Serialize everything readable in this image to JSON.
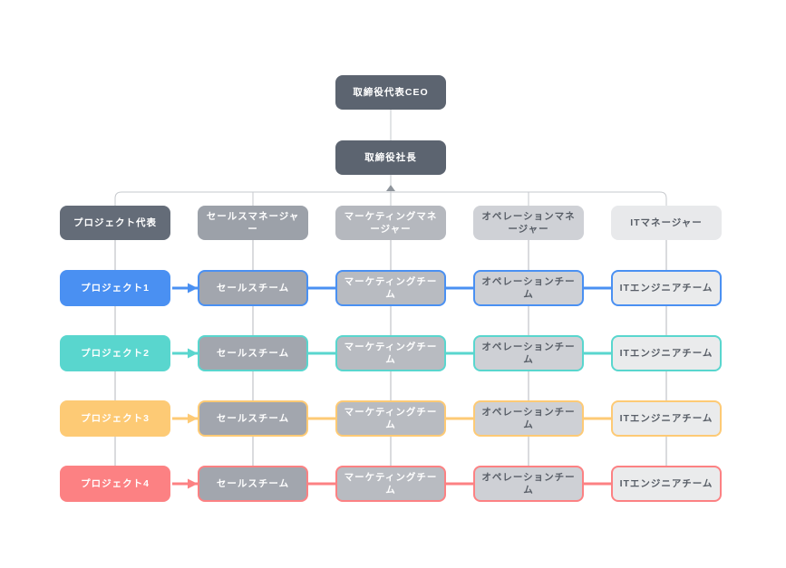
{
  "diagram": {
    "nodes": {
      "ceo": "取締役代表CEO",
      "president": "取締役社長"
    },
    "managers": [
      "プロジェクト代表",
      "セールスマネージャー",
      "マーケティングマネージャー",
      "オペレーションマネージャー",
      "ITマネージャー"
    ],
    "rows": [
      {
        "project": "プロジェクト1",
        "color": "#4a90f2",
        "teams": [
          "セールスチーム",
          "マーケティングチーム",
          "オペレーションチーム",
          "ITエンジニアチーム"
        ]
      },
      {
        "project": "プロジェクト2",
        "color": "#59d6ce",
        "teams": [
          "セールスチーム",
          "マーケティングチーム",
          "オペレーションチーム",
          "ITエンジニアチーム"
        ]
      },
      {
        "project": "プロジェクト3",
        "color": "#fdca75",
        "teams": [
          "セールスチーム",
          "マーケティングチーム",
          "オペレーションチーム",
          "ITエンジニアチーム"
        ]
      },
      {
        "project": "プロジェクト4",
        "color": "#fc8183",
        "teams": [
          "セールスチーム",
          "マーケティングチーム",
          "オペレーションチーム",
          "ITエンジニアチーム"
        ]
      }
    ],
    "palette": {
      "top_fill": "#5c6470",
      "manager_fills": [
        "#646c78",
        "#9ca1a9",
        "#b5b8be",
        "#cfd1d6",
        "#e8e9eb"
      ],
      "team_fills": [
        "#a2a6ae",
        "#b8bbc1",
        "#ced0d5",
        "#eaebec"
      ],
      "tree_line": "#c6c9cd",
      "column_line": "#b4b7bc",
      "caret": "#8f959c"
    }
  }
}
